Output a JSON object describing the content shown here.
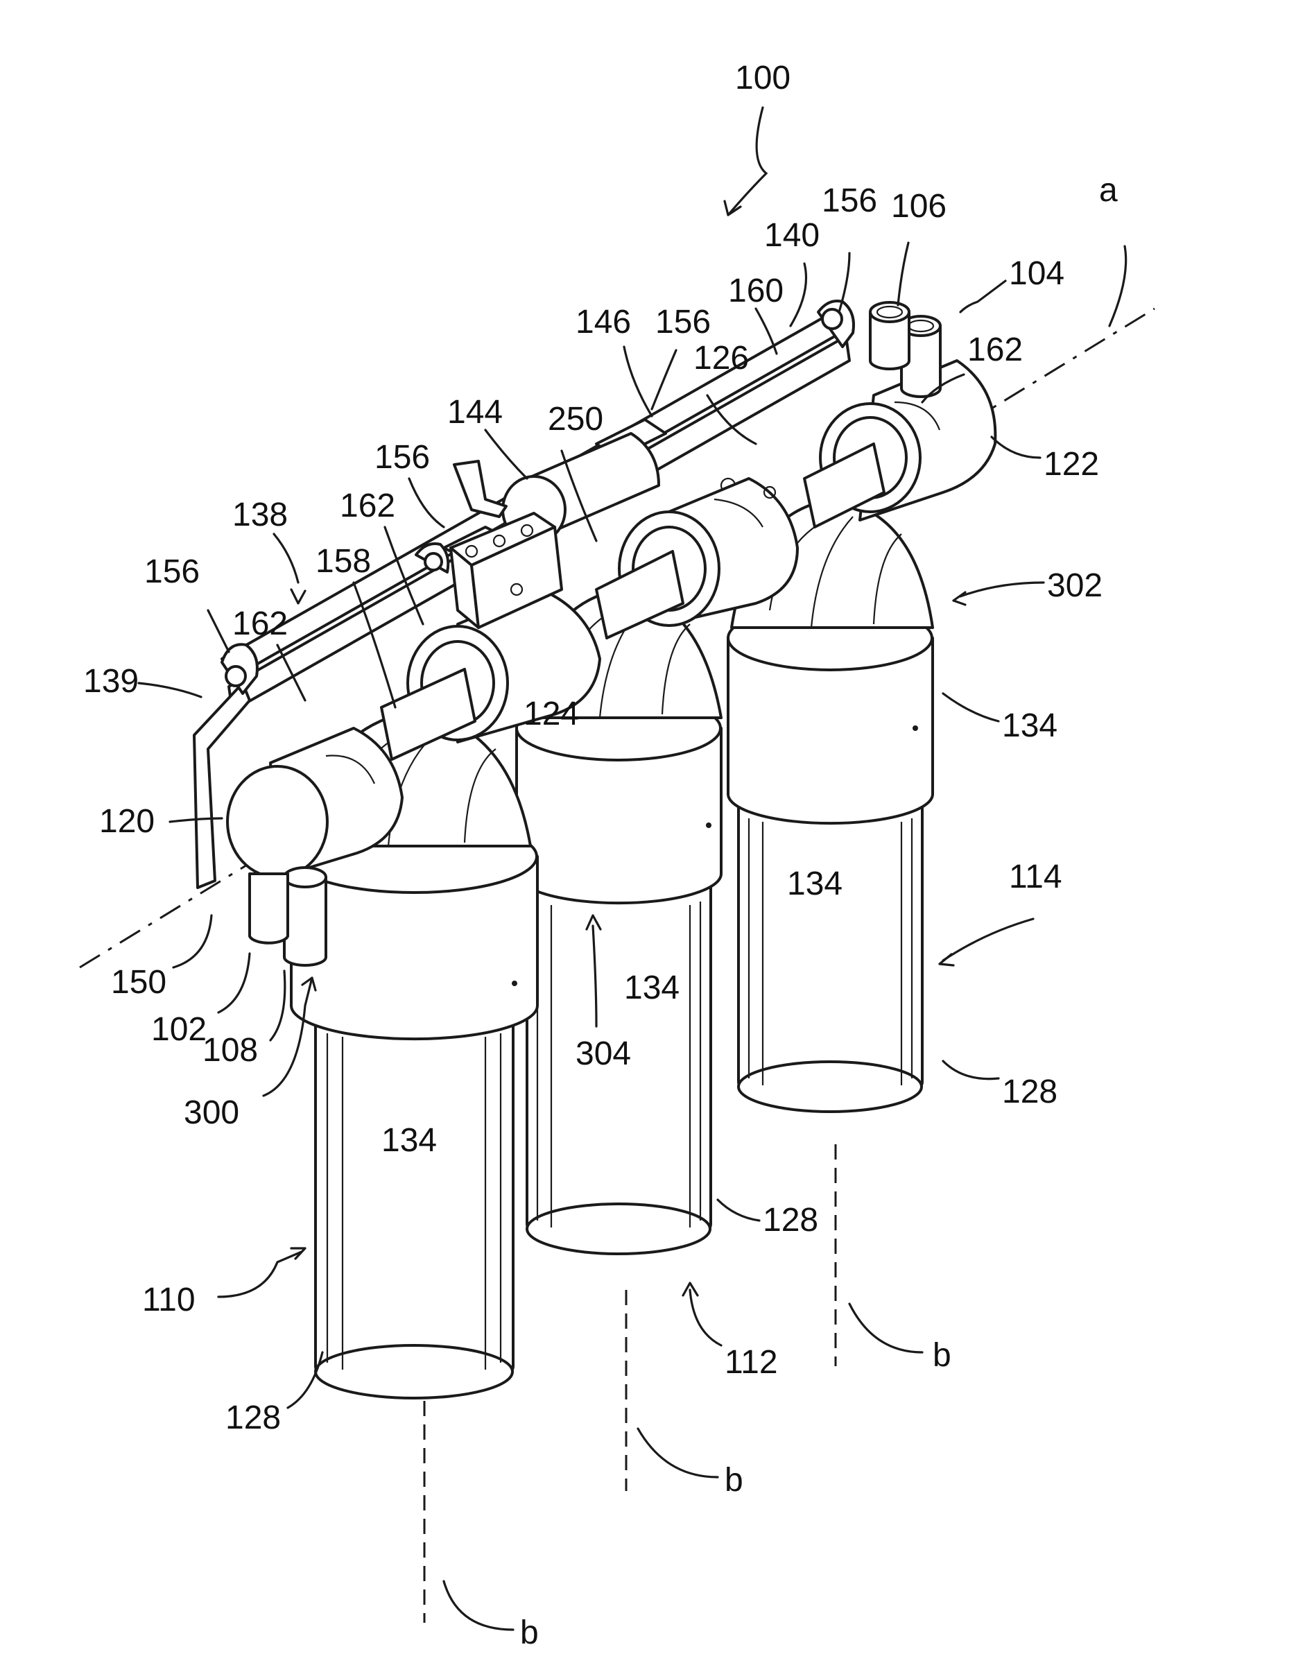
{
  "figure": {
    "ref_main": "100",
    "axis_a": "a",
    "axis_b": "b",
    "labels": {
      "l102": "102",
      "l104": "104",
      "l106": "106",
      "l108": "108",
      "l110": "110",
      "l112": "112",
      "l114": "114",
      "l120": "120",
      "l122": "122",
      "l124": "124",
      "l126": "126",
      "l128": "128",
      "l134": "134",
      "l138": "138",
      "l139": "139",
      "l140": "140",
      "l144": "144",
      "l146": "146",
      "l150": "150",
      "l156": "156",
      "l158": "158",
      "l160": "160",
      "l162": "162",
      "l250": "250",
      "l300": "300",
      "l302": "302",
      "l304": "304"
    }
  }
}
